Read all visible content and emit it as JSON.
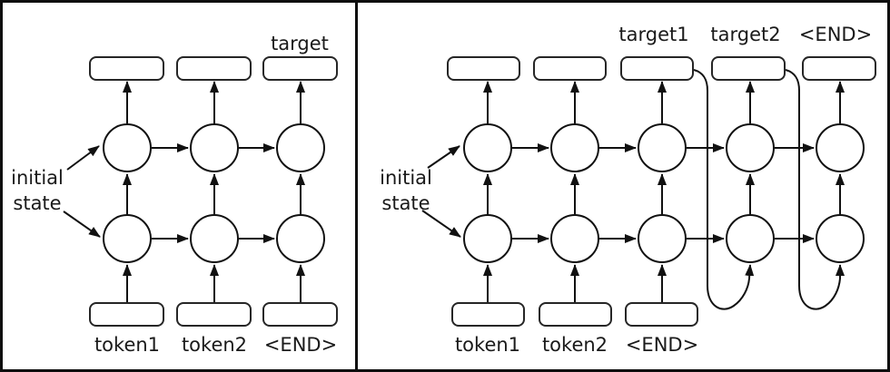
{
  "colors": {
    "ink": "#1a1a1a",
    "background": "#ffffff"
  },
  "left_panel": {
    "title_label": "target",
    "initial_state": {
      "line1": "initial",
      "line2": "state"
    },
    "input_labels": [
      "token1",
      "token2",
      "<END>"
    ]
  },
  "right_panel": {
    "output_labels": [
      "target1",
      "target2",
      "<END>"
    ],
    "initial_state": {
      "line1": "initial",
      "line2": "state"
    },
    "input_labels": [
      "token1",
      "token2",
      "<END>"
    ]
  }
}
